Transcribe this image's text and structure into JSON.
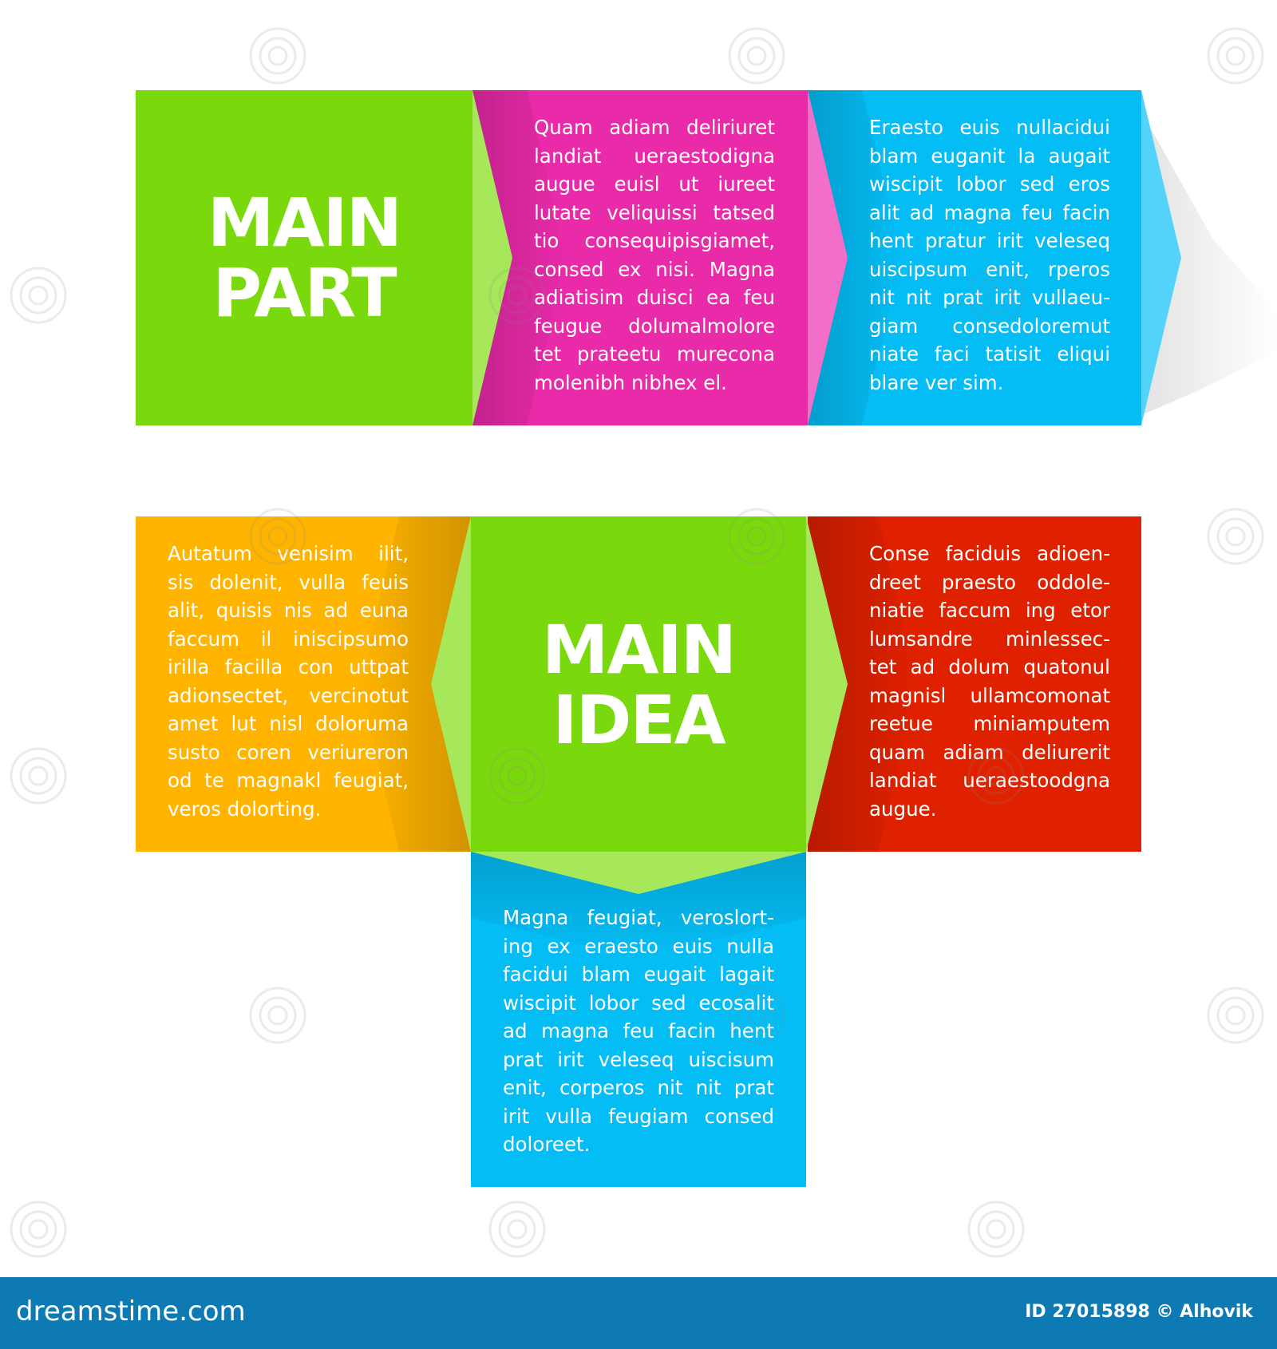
{
  "colors": {
    "green": "#7ad90c",
    "light_green": "#a6e85a",
    "magenta": "#e92aa9",
    "cyan": "#04bdf5",
    "orange": "#ffb400",
    "red": "#e02100",
    "footer_blue": "#0d7ab3"
  },
  "top_row": {
    "main_title": [
      "MAIN",
      "PART"
    ],
    "magenta_lines": [
      "Quam adiam deliriuret",
      "landiat ueraestodigna",
      "augue euisl ut iureet",
      "lutate veliquissi tatsed",
      "tio consequipisgiamet,",
      "consed ex nisi. Magna",
      "adiatisim duisci ea feu",
      "feugue dolumalmolore",
      "tet prateetu murecona",
      "molenibh nibhex el."
    ],
    "cyan_lines": [
      "Eraesto euis nullacidui",
      "blam euganit la augait",
      "wiscipit lobor sed eros",
      "alit ad magna feu facin",
      "hent pratur irit veleseq",
      "uiscipsum enit, rperos",
      "nit nit prat irit vullaeu-",
      "giam consedoloremut",
      "niate faci tatisit eliqui",
      "blare ver sim."
    ]
  },
  "bottom_group": {
    "main_title": [
      "MAIN",
      "IDEA"
    ],
    "orange_lines": [
      "Autatum venisim ilit,",
      "sis dolenit, vulla feuis",
      "alit, quisis nis ad euna",
      "faccum il iniscipsumo",
      "irilla facilla con uttpat",
      "adionsectet, vercinotut",
      "amet lut nisl doloruma",
      "susto coren veriureron",
      "od te magnakl feugiat,",
      "veros dolorting."
    ],
    "red_lines": [
      "Conse faciduis adioen-",
      "dreet praesto oddole-",
      "niatie faccum ing etor",
      "lumsandre minlessec-",
      "tet ad dolum quatonul",
      "magnisl ullamcomonat",
      "reetue miniamputem",
      "quam adiam deliurerit",
      "landiat ueraestoodgna",
      "augue."
    ],
    "cyan_lines": [
      "Magna feugiat, veroslort-",
      "ing ex eraesto euis nulla",
      "facidui blam eugait lagait",
      "wiscipit lobor sed ecosalit",
      "ad magna feu facin hent",
      "prat irit veleseq uiscisum",
      "enit, corperos nit nit prat",
      "irit vulla feugiam consed",
      "doloreet."
    ]
  },
  "footer": {
    "brand": "dreamstime.com",
    "credit": "ID 27015898 © Alhovik"
  }
}
